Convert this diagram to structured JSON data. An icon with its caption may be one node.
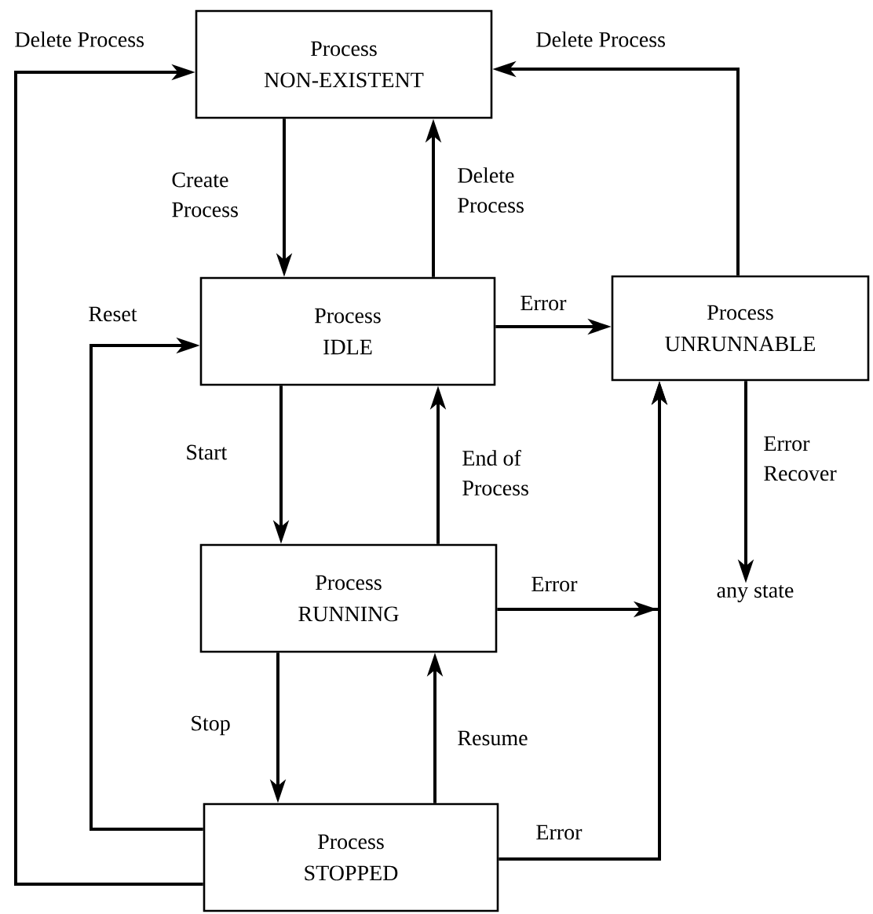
{
  "diagram": {
    "nodes": [
      {
        "text": [
          "Process",
          "NON-EXISTENT"
        ]
      },
      {
        "text": [
          "Process",
          "IDLE"
        ]
      },
      {
        "text": [
          "Process",
          "UNRUNNABLE"
        ]
      },
      {
        "text": [
          "Process",
          "RUNNING"
        ]
      },
      {
        "text": [
          "Process",
          "STOPPED"
        ]
      },
      {
        "text": [
          "any state"
        ]
      }
    ],
    "edges": [
      {
        "from": 4,
        "to": 0,
        "arrow": "to",
        "label": "Delete Process"
      },
      {
        "from": 2,
        "to": 0,
        "arrow": "to",
        "label": "Delete Process"
      },
      {
        "from": 0,
        "to": 1,
        "arrow": "to",
        "label": "Create Process"
      },
      {
        "from": 1,
        "to": 0,
        "arrow": "to",
        "label": "Delete Process"
      },
      {
        "from": 1,
        "to": 2,
        "arrow": "to",
        "label": "Error"
      },
      {
        "from": 2,
        "to": 5,
        "arrow": "to",
        "label": "Error Recover"
      },
      {
        "from": 4,
        "to": 1,
        "arrow": "to",
        "label": "Reset"
      },
      {
        "from": 1,
        "to": 3,
        "arrow": "to",
        "label": "Start"
      },
      {
        "from": 3,
        "to": 1,
        "arrow": "to",
        "label": "End of Process"
      },
      {
        "from": 3,
        "to": 2,
        "arrow": "to",
        "label": "Error"
      },
      {
        "from": 3,
        "to": 4,
        "arrow": "to",
        "label": "Stop"
      },
      {
        "from": 4,
        "to": 3,
        "arrow": "to",
        "label": "Resume"
      },
      {
        "from": 4,
        "to": 2,
        "arrow": "to",
        "label": "Error"
      }
    ]
  }
}
